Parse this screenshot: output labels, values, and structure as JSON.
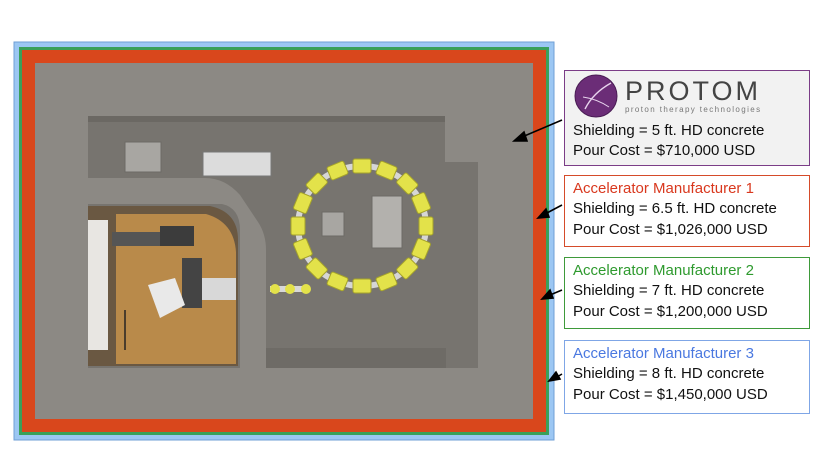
{
  "protom": {
    "brand": "PROTOM",
    "tagline": "proton therapy technologies",
    "shielding": "Shielding = 5 ft. HD concrete",
    "cost": "Pour Cost = $710,000  USD"
  },
  "manufacturer_1": {
    "title": "Accelerator Manufacturer 1",
    "shielding": "Shielding = 6.5 ft. HD concrete",
    "cost": "Pour Cost = $1,026,000 USD",
    "color": "#d9381e"
  },
  "manufacturer_2": {
    "title": "Accelerator Manufacturer 2",
    "shielding": "Shielding = 7 ft. HD concrete",
    "cost": "Pour Cost = $1,200,000 USD",
    "color": "#2e9a2e"
  },
  "manufacturer_3": {
    "title": "Accelerator Manufacturer 3",
    "shielding": "Shielding = 8 ft. HD concrete",
    "cost": "Pour Cost = $1,450,000 USD",
    "color": "#4a78e0"
  },
  "colors": {
    "shield_1": "#d9471c",
    "shield_2": "#3aa05a",
    "shield_3": "#8fbdf0",
    "concrete": "#8c8984",
    "floor": "#76736e",
    "magnet": "#e3e24a",
    "wood": "#b98a4a"
  }
}
